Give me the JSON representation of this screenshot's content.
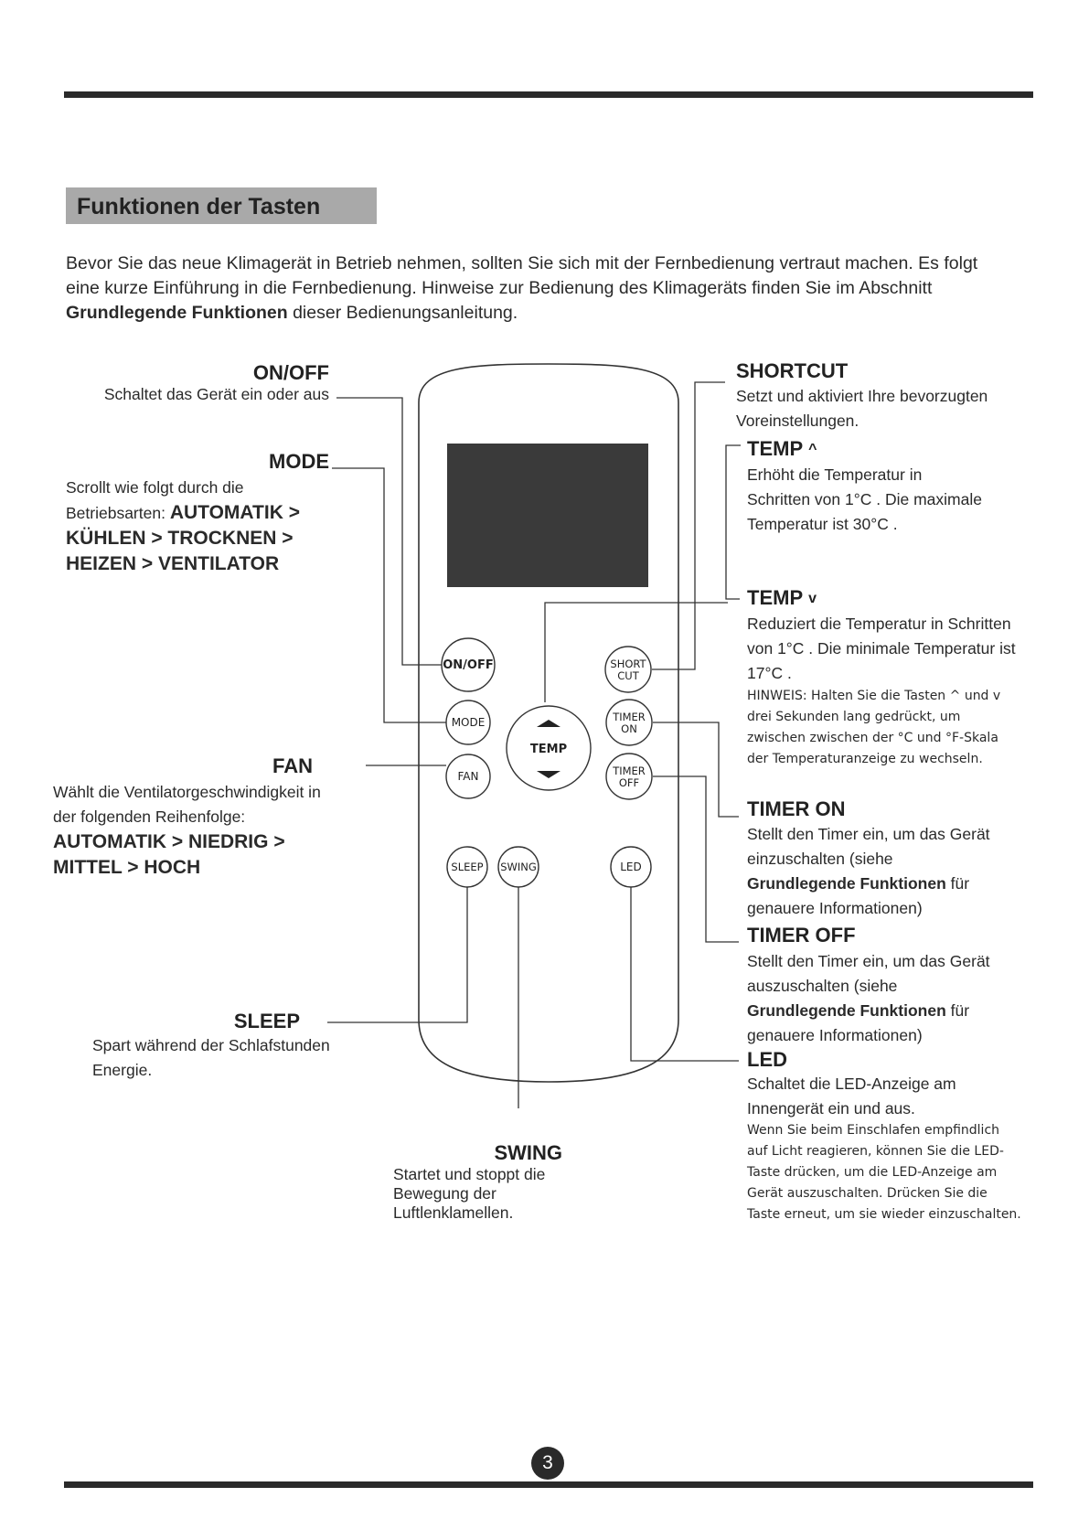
{
  "section_title": "Funktionen der Tasten",
  "intro": {
    "text_before": "Bevor Sie das neue Klimagerät in Betrieb nehmen, sollten Sie sich mit der Fernbedienung vertraut machen. Es folgt eine kurze Einführung in die Fernbedienung. Hinweise zur Bedienung des Klimageräts finden Sie im Abschnitt ",
    "bold": "Grundlegende Funktionen",
    "text_after": " dieser Bedienungsanleitung."
  },
  "remote": {
    "buttons": {
      "onoff": "ON/OFF",
      "mode": "MODE",
      "fan": "FAN",
      "temp": "TEMP",
      "short": "SHORT",
      "cut": "CUT",
      "timer": "TIMER",
      "on": "ON",
      "off": "OFF",
      "sleep": "SLEEP",
      "swing": "SWING",
      "led": "LED"
    }
  },
  "labels": {
    "onoff": {
      "title": "ON/OFF",
      "desc": "Schaltet das Gerät ein oder aus"
    },
    "mode": {
      "title": "MODE",
      "desc_pre": "Scrollt wie folgt durch die Betriebsarten: ",
      "desc_bold": "AUTOMATIK > KÜHLEN > TROCKNEN > HEIZEN > VENTILATOR"
    },
    "fan": {
      "title": "FAN",
      "desc_pre": "Wählt die Ventilatorgeschwindigkeit in der folgenden Reihenfolge: ",
      "desc_bold": "AUTOMATIK > NIEDRIG > MITTEL > HOCH"
    },
    "sleep": {
      "title": "SLEEP",
      "desc": "Spart während der Schlafstunden Energie."
    },
    "swing": {
      "title": "SWING",
      "desc": "Startet und stoppt die Bewegung der Luftlenklamellen."
    },
    "shortcut": {
      "title": "SHORTCUT",
      "desc": "Setzt und aktiviert Ihre bevorzugten Voreinstellungen."
    },
    "temp_up": {
      "title": "TEMP",
      "symbol": "^",
      "desc": "Erhöht die Temperatur in Schritten von 1°C . Die maximale Temperatur ist 30°C ."
    },
    "temp_down": {
      "title": "TEMP",
      "symbol": "v",
      "desc": "Reduziert die Temperatur in Schritten von 1°C . Die minimale Temperatur ist 17°C .",
      "note": "HINWEIS: Halten Sie die Tasten ^ und v drei Sekunden lang gedrückt, um zwischen zwischen der °C und °F-Skala der Temperaturanzeige zu wechseln."
    },
    "timer_on": {
      "title": "TIMER ON",
      "desc_pre": "Stellt den Timer ein, um das Gerät einzuschalten (siehe ",
      "desc_bold": "Grundlegende Funktionen",
      "desc_post": " für genauere Informationen)"
    },
    "timer_off": {
      "title": "TIMER OFF",
      "desc_pre": "Stellt den Timer ein, um das Gerät auszuschalten (siehe ",
      "desc_bold": "Grundlegende Funktionen",
      "desc_post": " für genauere Informationen)"
    },
    "led": {
      "title": "LED",
      "desc": "Schaltet die LED-Anzeige am Innengerät ein und aus.",
      "note": "Wenn Sie beim Einschlafen empfindlich auf Licht reagieren, können Sie die LED-Taste drücken, um die LED-Anzeige am Gerät auszuschalten. Drücken Sie die Taste erneut, um sie wieder einzuschalten."
    }
  },
  "page_number": "3"
}
